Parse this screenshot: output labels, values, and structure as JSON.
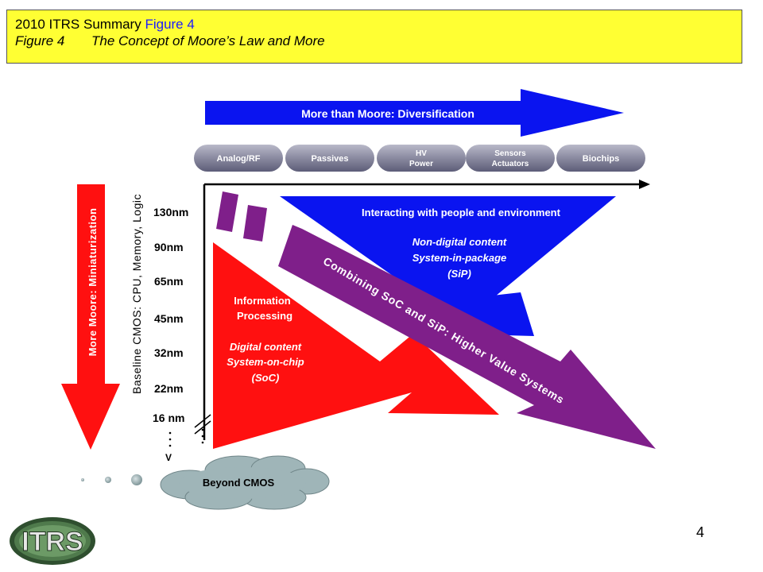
{
  "header": {
    "title_prefix": "2010 ITRS Summary ",
    "title_accent": "Figure 4",
    "figure_number": "Figure 4",
    "figure_caption": "The Concept of Moore’s Law and More"
  },
  "diagram": {
    "top_arrow_label": "More than Moore:  Diversification",
    "pills": [
      {
        "lines": [
          "Analog/RF"
        ]
      },
      {
        "lines": [
          "Passives"
        ]
      },
      {
        "lines": [
          "HV",
          "Power"
        ]
      },
      {
        "lines": [
          "Sensors",
          "Actuators"
        ]
      },
      {
        "lines": [
          "Biochips"
        ]
      }
    ],
    "left_arrow_label": "More Moore:  Miniaturization",
    "vertical_axis_label": "Baseline CMOS:  CPU, Memory, Logic",
    "nodes": [
      "130nm",
      "90nm",
      "65nm",
      "45nm",
      "32nm",
      "22nm",
      "16 nm"
    ],
    "v_label": "V",
    "blue_heading": "Interacting with people and environment",
    "blue_content": [
      "Non-digital content",
      "System-in-package",
      "(SiP)"
    ],
    "red_heading": [
      "Information",
      "Processing"
    ],
    "red_content": [
      "Digital content",
      "System-on-chip",
      "(SoC)"
    ],
    "purple_label": "Combining SoC and SiP:  Higher Value Systems",
    "cloud_label": "Beyond CMOS"
  },
  "colors": {
    "blue": "#0a14f0",
    "red": "#ff1010",
    "purple": "#7f1f8a",
    "title_bg": "#ffff33",
    "pill": "#8a8aa0",
    "cloud": "#9fb5b8"
  },
  "logo": {
    "text": "ITRS"
  },
  "page_number": "4"
}
